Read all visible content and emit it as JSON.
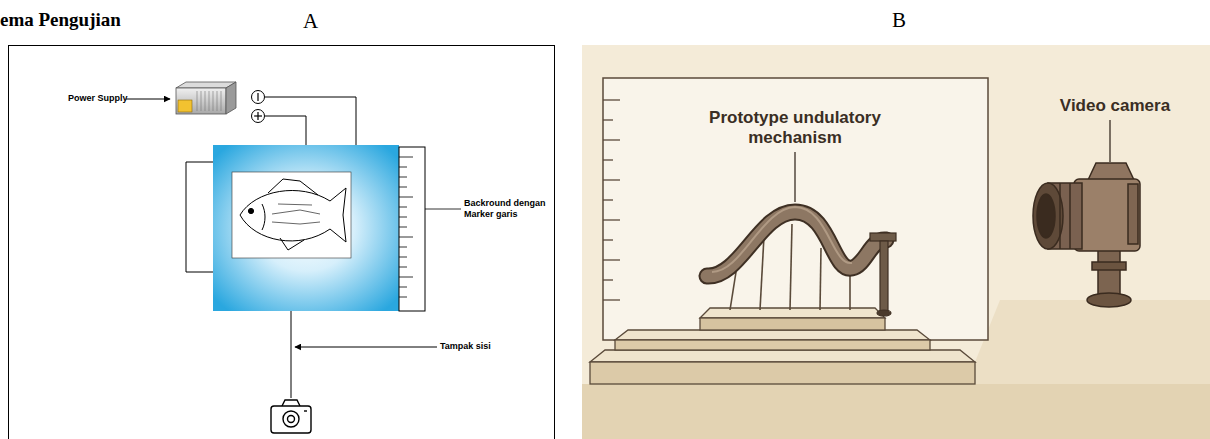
{
  "diagram": {
    "title": "ema Pengujian",
    "nodes": [
      {
        "text": [
          "A"
        ]
      },
      {
        "text": [
          "B"
        ]
      }
    ],
    "labels": [
      "Power Supply",
      "Backround dengan Marker garis",
      "Tampak sisi",
      "Prototype undulatory mechanism",
      "Video camera"
    ]
  }
}
